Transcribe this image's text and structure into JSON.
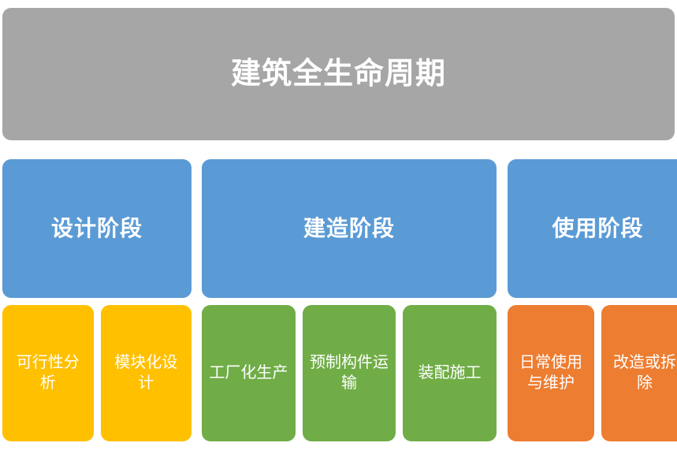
{
  "diagram": {
    "type": "hierarchy",
    "title": "建筑全生命周期",
    "levels": 3,
    "colors": {
      "root": "#a6a6a6",
      "phase": "#5b9bd5",
      "design_step": "#ffc000",
      "build_step": "#70ad47",
      "use_step": "#ed7d31",
      "text": "#ffffff",
      "background": "#ffffff"
    }
  },
  "root": {
    "label": "建筑全生命周期"
  },
  "phases": [
    {
      "id": "design",
      "label": "设计阶段",
      "steps": [
        {
          "id": "feasibility",
          "label": "可行性分析"
        },
        {
          "id": "modular-design",
          "label": "模块化设计"
        }
      ]
    },
    {
      "id": "build",
      "label": "建造阶段",
      "steps": [
        {
          "id": "factory-production",
          "label": "工厂化生产"
        },
        {
          "id": "component-transport",
          "label": "预制构件运输"
        },
        {
          "id": "assembly-construction",
          "label": "装配施工"
        }
      ]
    },
    {
      "id": "use",
      "label": "使用阶段",
      "steps": [
        {
          "id": "daily-use-maintenance",
          "label": "日常使用与维护"
        },
        {
          "id": "renovation-demolition",
          "label": "改造或拆除"
        }
      ]
    }
  ]
}
